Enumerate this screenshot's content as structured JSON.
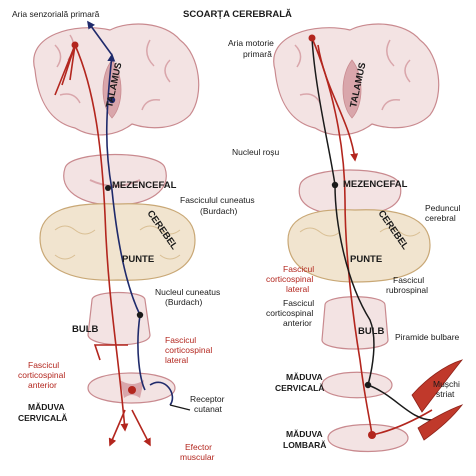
{
  "title": "SCOARȚA CEREBRALĂ",
  "left": {
    "labels": {
      "sensory_area": "Aria senzorială primară",
      "talamus": "TALAMUS",
      "mezencefal": "MEZENCEFAL",
      "cerebel": "CEREBEL",
      "punte": "PUNTE",
      "bulb": "BULB",
      "fasc_cuneatus_1": "Fasciculul cuneatus",
      "fasc_cuneatus_2": "(Burdach)",
      "nucl_cuneatus_1": "Nucleul cuneatus",
      "nucl_cuneatus_2": "(Burdach)",
      "fcs_lat_1": "Fascicul",
      "fcs_lat_2": "corticospinal",
      "fcs_lat_3": "lateral",
      "fcs_ant_1": "Fascicul",
      "fcs_ant_2": "corticospinal",
      "fcs_ant_3": "anterior",
      "receptor_1": "Receptor",
      "receptor_2": "cutanat",
      "maduva_1": "MĂDUVA",
      "maduva_2": "CERVICALĂ",
      "efector_1": "Efector",
      "efector_2": "muscular"
    }
  },
  "right": {
    "labels": {
      "motor_area_1": "Aria motorie",
      "motor_area_2": "primară",
      "talamus": "TALAMUS",
      "nucleul_rosu": "Nucleul roșu",
      "mezencefal": "MEZENCEFAL",
      "peduncul_1": "Peduncul",
      "peduncul_2": "cerebral",
      "cerebel": "CEREBEL",
      "punte": "PUNTE",
      "fcs_lat_1": "Fascicul",
      "fcs_lat_2": "corticospinal",
      "fcs_lat_3": "lateral",
      "rubro_1": "Fascicul",
      "rubro_2": "rubrospinal",
      "fcs_ant_1": "Fascicul",
      "fcs_ant_2": "corticospinal",
      "fcs_ant_3": "anterior",
      "bulb": "BULB",
      "piramide": "Piramide bulbare",
      "maduva_c_1": "MĂDUVA",
      "maduva_c_2": "CERVICALĂ",
      "muschi_1": "Mușchi",
      "muschi_2": "striat",
      "maduva_l_1": "MĂDUVA",
      "maduva_l_2": "LOMBARĂ"
    }
  },
  "colors": {
    "tissue": "#f3e3e3",
    "tissue_edge": "#c98a8f",
    "gray_matter": "#d9a6ab",
    "cerebellum": "#f1e4cf",
    "red_path": "#b3261e",
    "blue_path": "#1f2a6b",
    "dark_path": "#1a1a1a"
  }
}
